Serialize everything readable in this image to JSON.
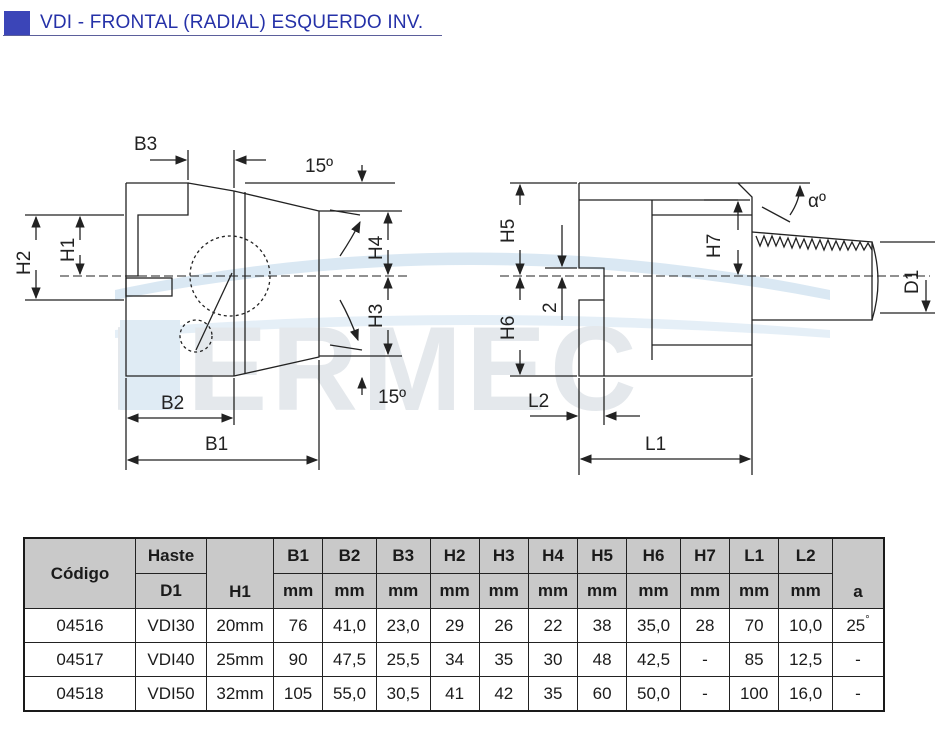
{
  "header": {
    "title": "VDI - FRONTAL (RADIAL) ESQUERDO INV."
  },
  "drawing": {
    "watermark": "FERMEC",
    "left_view_labels": {
      "b3": "B3",
      "b2": "B2",
      "b1": "B1",
      "h1": "H1",
      "h2": "H2",
      "h3": "H3",
      "h4": "H4",
      "angle_top": "15º",
      "angle_bottom": "15º"
    },
    "right_view_labels": {
      "h5": "H5",
      "h6": "H6",
      "h7": "H7",
      "two": "2",
      "l1": "L1",
      "l2": "L2",
      "d1": "D1",
      "alpha": "αº"
    }
  },
  "table": {
    "headers": {
      "codigo": "Código",
      "haste": "Haste",
      "d1": "D1",
      "h1": "H1",
      "dims": [
        "B1",
        "B2",
        "B3",
        "H2",
        "H3",
        "H4",
        "H5",
        "H6",
        "H7",
        "L1",
        "L2"
      ],
      "unit": "mm",
      "a": "a"
    },
    "rows": [
      {
        "codigo": "04516",
        "d1": "VDI30",
        "h1": "20mm",
        "b1": "76",
        "b2": "41,0",
        "b3": "23,0",
        "h2": "29",
        "h3": "26",
        "h4": "22",
        "h5": "38",
        "h6": "35,0",
        "h7": "28",
        "l1": "70",
        "l2": "10,0",
        "a": "25",
        "a_unit": "°"
      },
      {
        "codigo": "04517",
        "d1": "VDI40",
        "h1": "25mm",
        "b1": "90",
        "b2": "47,5",
        "b3": "25,5",
        "h2": "34",
        "h3": "35",
        "h4": "30",
        "h5": "48",
        "h6": "42,5",
        "h7": "-",
        "l1": "85",
        "l2": "12,5",
        "a": "-",
        "a_unit": ""
      },
      {
        "codigo": "04518",
        "d1": "VDI50",
        "h1": "32mm",
        "b1": "105",
        "b2": "55,0",
        "b3": "30,5",
        "h2": "41",
        "h3": "42",
        "h4": "35",
        "h5": "60",
        "h6": "50,0",
        "h7": "-",
        "l1": "100",
        "l2": "16,0",
        "a": "-",
        "a_unit": ""
      }
    ]
  }
}
